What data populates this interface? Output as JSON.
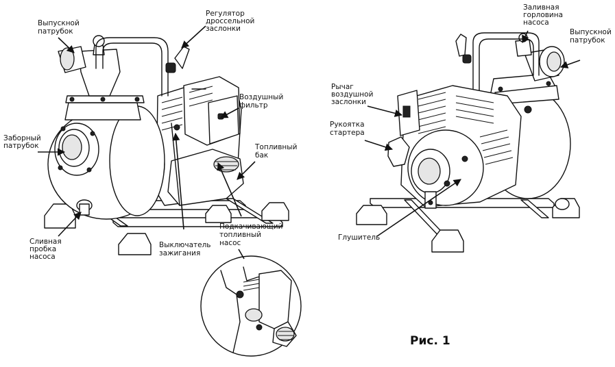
{
  "figure_caption": "Рис. 1",
  "left_view": {
    "labels": {
      "outlet": [
        "Выпускной",
        "патрубок"
      ],
      "throttle": [
        "Регулятор",
        "дроссельной",
        "заслонки"
      ],
      "air_filter": [
        "Воздушный",
        "фильтр"
      ],
      "intake": [
        "Заборный",
        "патрубок"
      ],
      "fuel_tank": [
        "Топливный",
        "бак"
      ],
      "primer": [
        "Подкачивающий",
        "топливный",
        "насос"
      ],
      "drain": [
        "Сливная",
        "пробка",
        "насоса"
      ],
      "ignition": [
        "Выключатель",
        "зажигания"
      ]
    }
  },
  "right_view": {
    "labels": {
      "fill_neck": [
        "Заливная",
        "горловина",
        "насоса"
      ],
      "outlet": [
        "Выпускной",
        "патрубок"
      ],
      "choke": [
        "Рычаг",
        "воздушной",
        "заслонки"
      ],
      "starter": [
        "Рукоятка",
        "стартера"
      ],
      "muffler": [
        "Глушитель"
      ]
    }
  }
}
